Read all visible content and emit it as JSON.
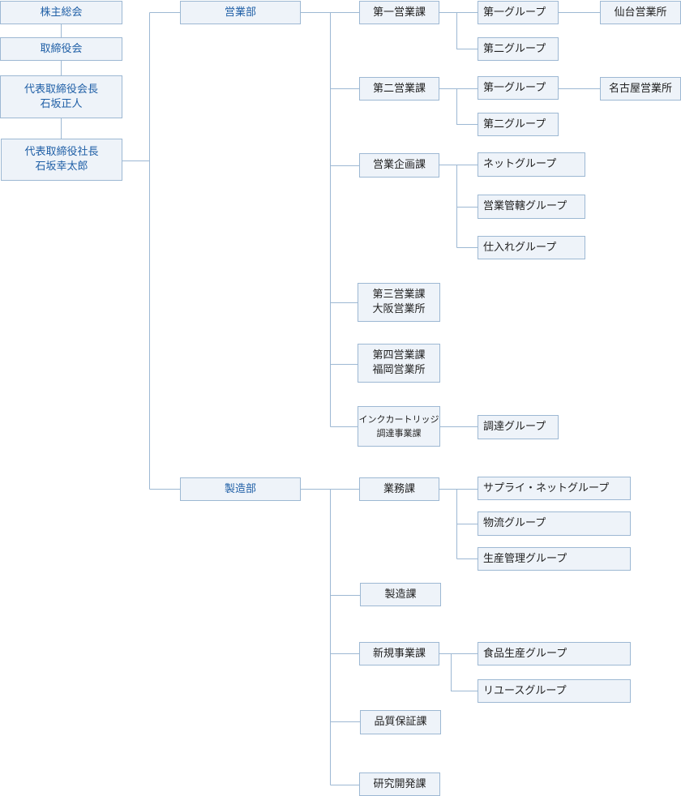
{
  "executive": {
    "shareholders": "株主総会",
    "board": "取締役会",
    "chairman": "代表取締役会長\n石坂正人",
    "president": "代表取締役社長\n石坂幸太郎"
  },
  "departments": {
    "sales": "営業部",
    "manufacturing": "製造部"
  },
  "sales": {
    "section1": "第一営業課",
    "section1_g1": "第一グループ",
    "section1_g2": "第二グループ",
    "sendai": "仙台営業所",
    "section2": "第二営業課",
    "section2_g1": "第一グループ",
    "section2_g2": "第二グループ",
    "nagoya": "名古屋営業所",
    "planning": "営業企画課",
    "net_group": "ネットグループ",
    "control_group": "営業管轄グループ",
    "purchase_group": "仕入れグループ",
    "section3": "第三営業課\n大阪営業所",
    "section4": "第四営業課\n福岡営業所",
    "ink": "インクカートリッジ\n調達事業課",
    "procurement_group": "調達グループ"
  },
  "manufacturing": {
    "business": "業務課",
    "supply_group": "サプライ・ネットグループ",
    "logistics_group": "物流グループ",
    "production_mgmt_group": "生産管理グループ",
    "production": "製造課",
    "new_business": "新規事業課",
    "food_group": "食品生産グループ",
    "reuse_group": "リユースグループ",
    "qa": "品質保証課",
    "rnd": "研究開発課"
  },
  "colors": {
    "box_fill": "#eef3f9",
    "box_border": "#9db8d3",
    "lead_text": "#1f5fa6",
    "connector": "#9db8d3"
  }
}
